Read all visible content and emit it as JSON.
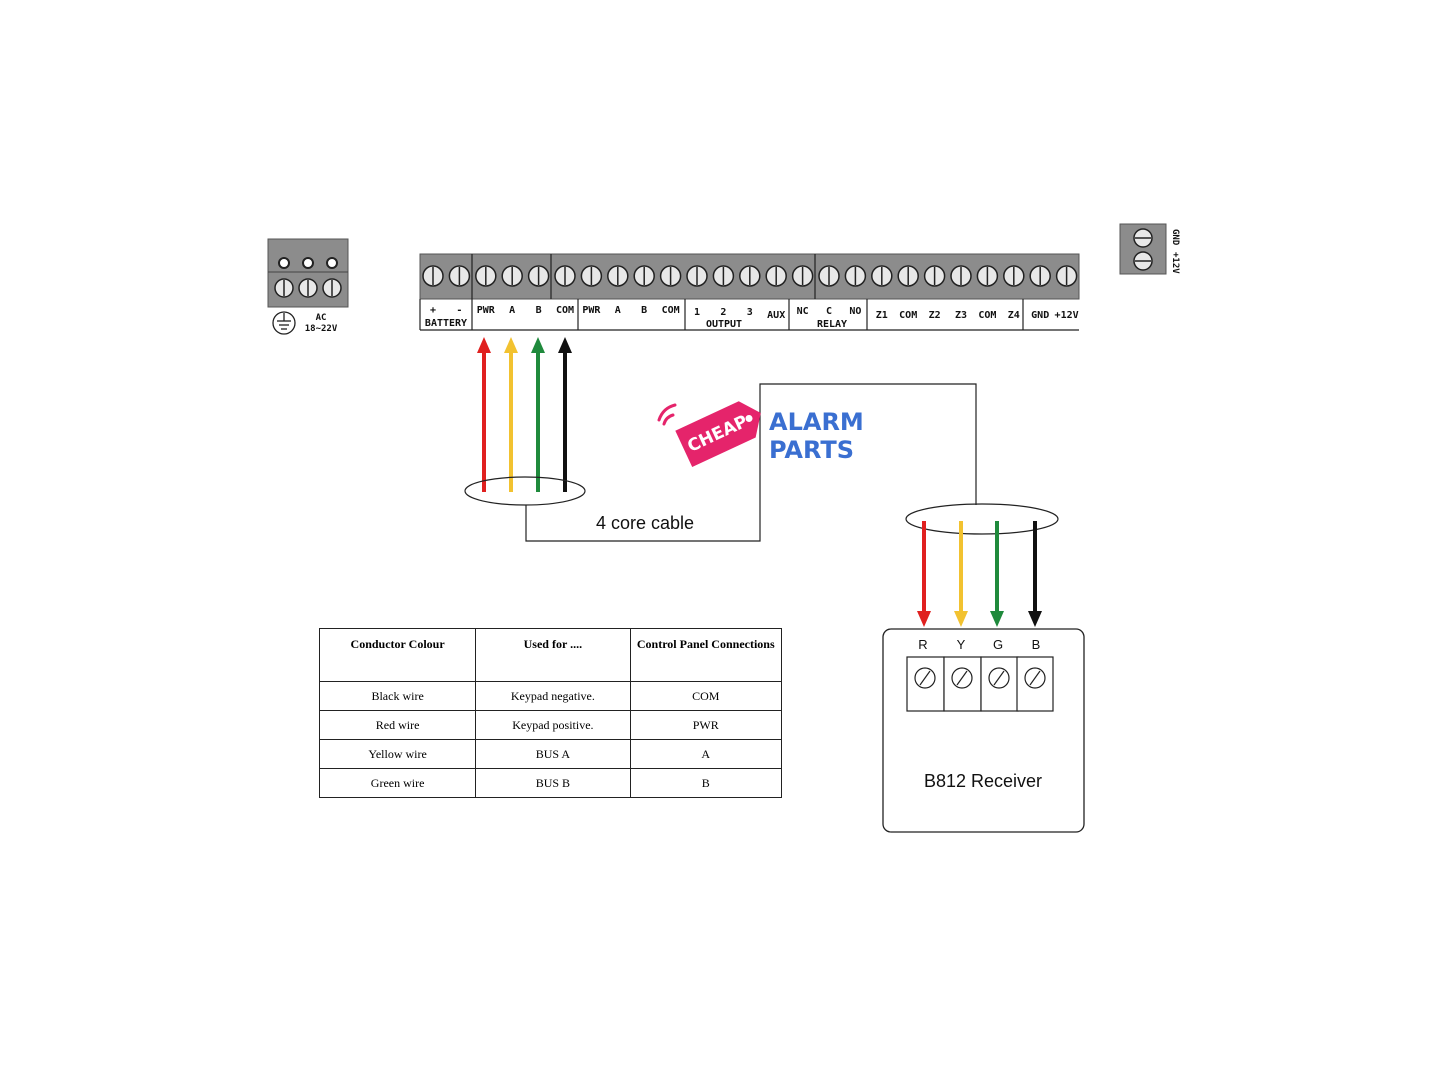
{
  "colors": {
    "red": "#e0201f",
    "yellow": "#f2c230",
    "green": "#1f8a3c",
    "black": "#111111",
    "terminal_block": "#8c8c8c",
    "logo_pink": "#e5246b",
    "logo_blue": "#3a6fd1"
  },
  "ac_block": {
    "label_ac": "AC",
    "label_voltage": "18~22V",
    "icon": "ground-icon"
  },
  "terminal_strip": {
    "terminals": [
      "+",
      "-",
      "PWR",
      "A",
      "B",
      "COM",
      "PWR",
      "A",
      "B",
      "COM",
      "1",
      "2",
      "3",
      "AUX",
      "NC",
      "C",
      "NO",
      "Z1",
      "COM",
      "Z2",
      "Z3",
      "COM",
      "Z4",
      "GND",
      "+12V"
    ],
    "groups": [
      "BATTERY",
      "OUTPUT",
      "RELAY"
    ]
  },
  "side_block": {
    "label_gnd": "GND",
    "label_12v": "+12V"
  },
  "cable": {
    "label": "4 core cable"
  },
  "logo": {
    "cheap": "CHEAP",
    "alarm": "ALARM",
    "parts": "PARTS"
  },
  "receiver": {
    "title": "B812 Receiver",
    "terminals": [
      "R",
      "Y",
      "G",
      "B"
    ]
  },
  "table": {
    "headers": [
      "Conductor Colour",
      "Used for ....",
      "Control Panel Connections"
    ],
    "rows": [
      [
        "Black wire",
        "Keypad negative.",
        "COM"
      ],
      [
        "Red wire",
        "Keypad positive.",
        "PWR"
      ],
      [
        "Yellow wire",
        "BUS A",
        "A"
      ],
      [
        "Green wire",
        "BUS B",
        "B"
      ]
    ]
  }
}
